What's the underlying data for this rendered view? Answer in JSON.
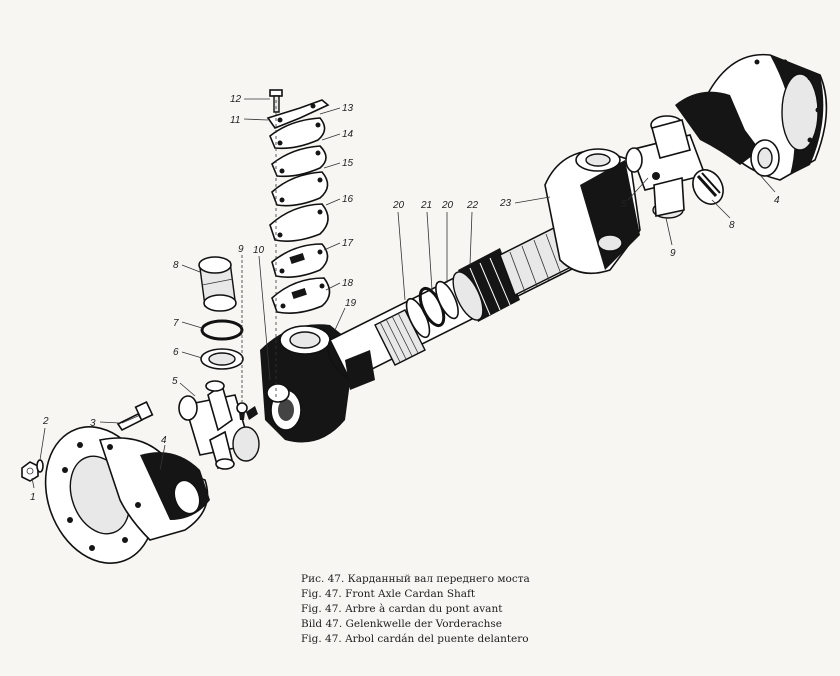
{
  "callouts": {
    "c1": "1",
    "c2": "2",
    "c3": "3",
    "c4a": "4",
    "c4b": "4",
    "c5a": "5",
    "c5b": "5",
    "c6": "6",
    "c7": "7",
    "c8a": "8",
    "c8b": "8",
    "c9a": "9",
    "c9b": "9",
    "c10": "10",
    "c11": "11",
    "c12": "12",
    "c13": "13",
    "c14": "14",
    "c15": "15",
    "c16": "16",
    "c17": "17",
    "c18": "18",
    "c19": "19",
    "c20a": "20",
    "c20b": "20",
    "c21": "21",
    "c22": "22",
    "c23": "23"
  },
  "captions": {
    "ru": "Рис. 47. Карданный вал переднего моста",
    "en": "Fig. 47. Front Axle Cardan Shaft",
    "fr": "Fig. 47. Arbre à cardan du pont avant",
    "de": "Bild 47. Gelenkwelle der Vorderachse",
    "es": "Fig. 47. Arbol cardán del puente delantero"
  }
}
